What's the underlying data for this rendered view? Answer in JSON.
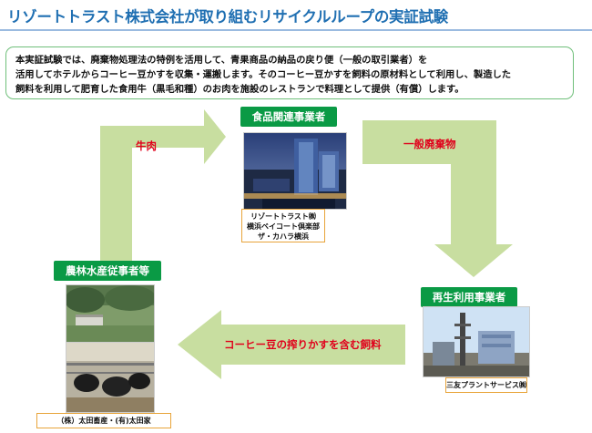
{
  "title": "リゾートトラスト株式会社が取り組むリサイクルループの実証試験",
  "description": [
    "本実証試験では、廃棄物処理法の特例を活用して、青果商品の納品の戻り便（一般の取引業者）を",
    "活用してホテルからコーヒー豆かすを収集・運搬します。そのコーヒー豆かすを飼料の原材料として利用し、製造した",
    "飼料を利用して肥育した食用牛（黒毛和種）のお肉を施設のレストランで料理として提供（有償）します。"
  ],
  "nodes": {
    "food": {
      "label": "食品関連事業者",
      "caption": [
        "リゾートトラスト㈱",
        "横浜ベイコート倶楽部",
        "ザ・カハラ横浜"
      ]
    },
    "recycle": {
      "label": "再生利用事業者",
      "caption": [
        "三友プラントサービス㈱"
      ]
    },
    "farm": {
      "label": "農林水産従事者等",
      "caption": [
        "（株）太田畜産・(有)太田家"
      ]
    }
  },
  "arrows": {
    "beef": "牛肉",
    "waste": "一般廃棄物",
    "feed": "コーヒー豆の搾りかすを含む飼料"
  },
  "colors": {
    "arrow": "#c8dea0",
    "node": "#0a9a45",
    "title": "#1f6fb2",
    "label": "#e0001b",
    "caption_border": "#e8a43a"
  }
}
